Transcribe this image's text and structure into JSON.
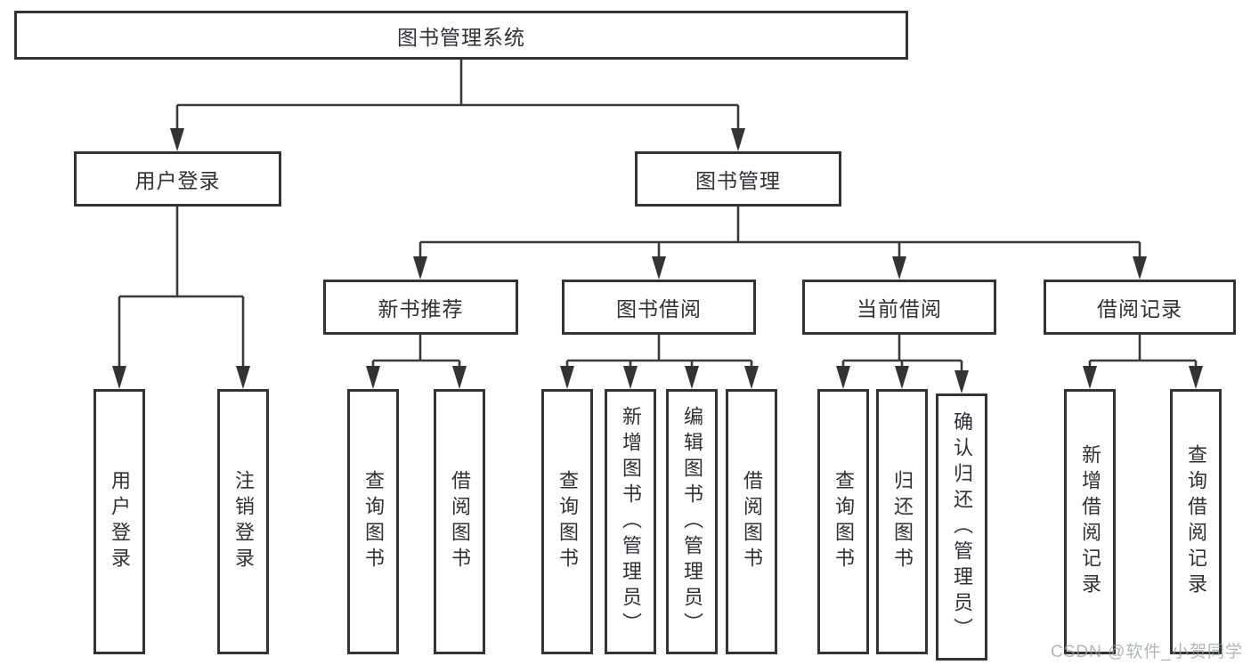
{
  "colors": {
    "line": "#3a3a3a",
    "box_border": "#333333",
    "text": "#2f3136",
    "background": "#ffffff",
    "watermark": "#9ca3ab"
  },
  "watermark": "CSDN @软件_小贺同学",
  "tree": {
    "label": "图书管理系统",
    "children": [
      {
        "label": "用户登录",
        "children": [
          {
            "label": "用户登录"
          },
          {
            "label": "注销登录"
          }
        ]
      },
      {
        "label": "图书管理",
        "children": [
          {
            "label": "新书推荐",
            "children": [
              {
                "label": "查询图书"
              },
              {
                "label": "借阅图书"
              }
            ]
          },
          {
            "label": "图书借阅",
            "children": [
              {
                "label": "查询图书"
              },
              {
                "label": "新增图书（管理员）"
              },
              {
                "label": "编辑图书（管理员）"
              },
              {
                "label": "借阅图书"
              }
            ]
          },
          {
            "label": "当前借阅",
            "children": [
              {
                "label": "查询图书"
              },
              {
                "label": "归还图书"
              },
              {
                "label": "确认归还（管理员）"
              }
            ]
          },
          {
            "label": "借阅记录",
            "children": [
              {
                "label": "新增借阅记录"
              },
              {
                "label": "查询借阅记录"
              }
            ]
          }
        ]
      }
    ]
  }
}
